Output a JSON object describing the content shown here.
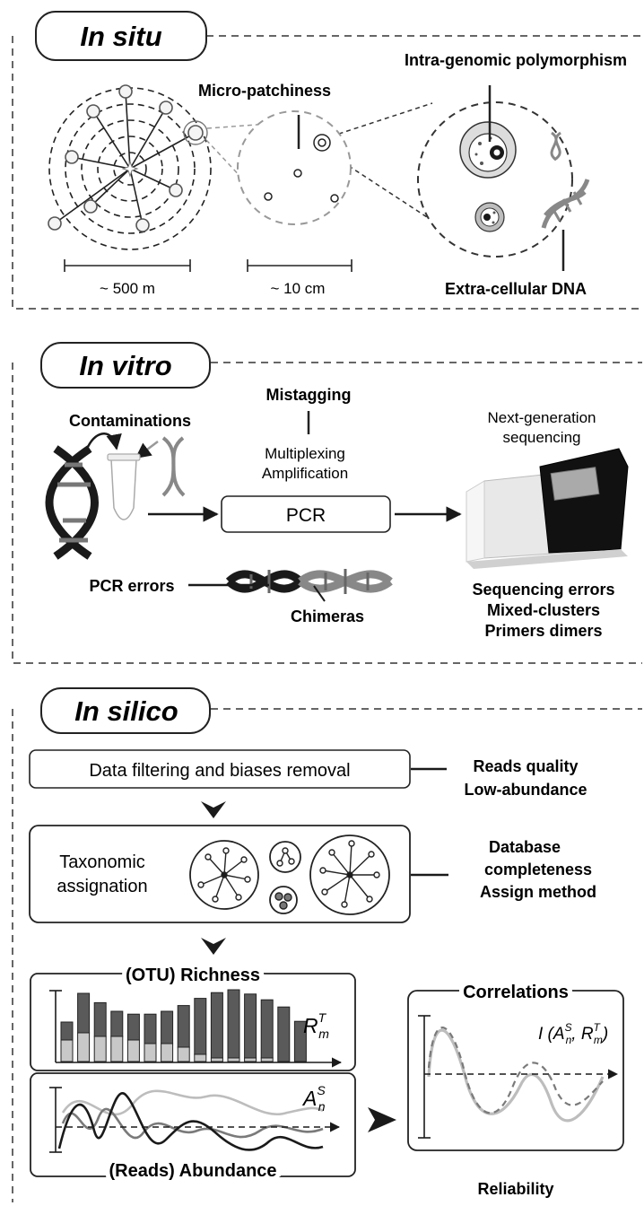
{
  "in_situ": {
    "title": "In situ",
    "intra_genomic": "Intra-genomic polymorphism",
    "micro_patchiness": "Micro-patchiness",
    "scale_500m": "~ 500 m",
    "scale_10cm": "~ 10 cm",
    "extracellular": "Extra-cellular DNA"
  },
  "in_vitro": {
    "title": "In vitro",
    "mistagging": "Mistagging",
    "contaminations": "Contaminations",
    "multiplexing": "Multiplexing",
    "amplification": "Amplification",
    "pcr": "PCR",
    "ngs_line1": "Next-generation",
    "ngs_line2": "sequencing",
    "pcr_errors": "PCR errors",
    "chimeras": "Chimeras",
    "seq_errors": "Sequencing errors",
    "mixed_clusters": "Mixed-clusters",
    "primers_dimers": "Primers dimers"
  },
  "in_silico": {
    "title": "In silico",
    "filtering": "Data filtering and biases removal",
    "reads_quality": "Reads quality",
    "low_abundance": "Low-abundance",
    "taxo_line1": "Taxonomic",
    "taxo_line2": "assignation",
    "db_line1": "Database",
    "db_line2": "completeness",
    "assign_method": "Assign method",
    "richness": "(OTU) Richness",
    "abundance": "(Reads) Abundance",
    "correlations": "Correlations",
    "reliability": "Reliability"
  },
  "chart_data": [
    {
      "type": "bar",
      "title": "(OTU) Richness",
      "label": "R_m^T",
      "series": [
        {
          "values": [
            0.55,
            0.95,
            0.82,
            0.7,
            0.66,
            0.66,
            0.7,
            0.78,
            0.88,
            0.96,
            1.0,
            0.94,
            0.86,
            0.76,
            0.56
          ]
        },
        {
          "values": [
            0.3,
            0.4,
            0.35,
            0.35,
            0.3,
            0.25,
            0.25,
            0.2,
            0.1,
            0.05,
            0.05,
            0.05,
            0.05,
            0.0,
            0.0
          ]
        }
      ],
      "colors": [
        "#5a5a5a",
        "#c8c8c8"
      ]
    },
    {
      "type": "line",
      "title": "(Reads) Abundance",
      "label": "A_n^S",
      "colors": [
        "#1a1a1a",
        "#7a7a7a",
        "#bdbdbd"
      ]
    },
    {
      "type": "line",
      "title": "Correlations",
      "label": "I (A_n^S, R_m^T)",
      "colors": [
        "#bdbdbd",
        "#7a7a7a"
      ]
    }
  ],
  "colors": {
    "dark": "#1a1a1a",
    "mid": "#7a7a7a",
    "light": "#bdbdbd",
    "bar_dark": "#5a5a5a",
    "bar_light": "#c8c8c8"
  }
}
